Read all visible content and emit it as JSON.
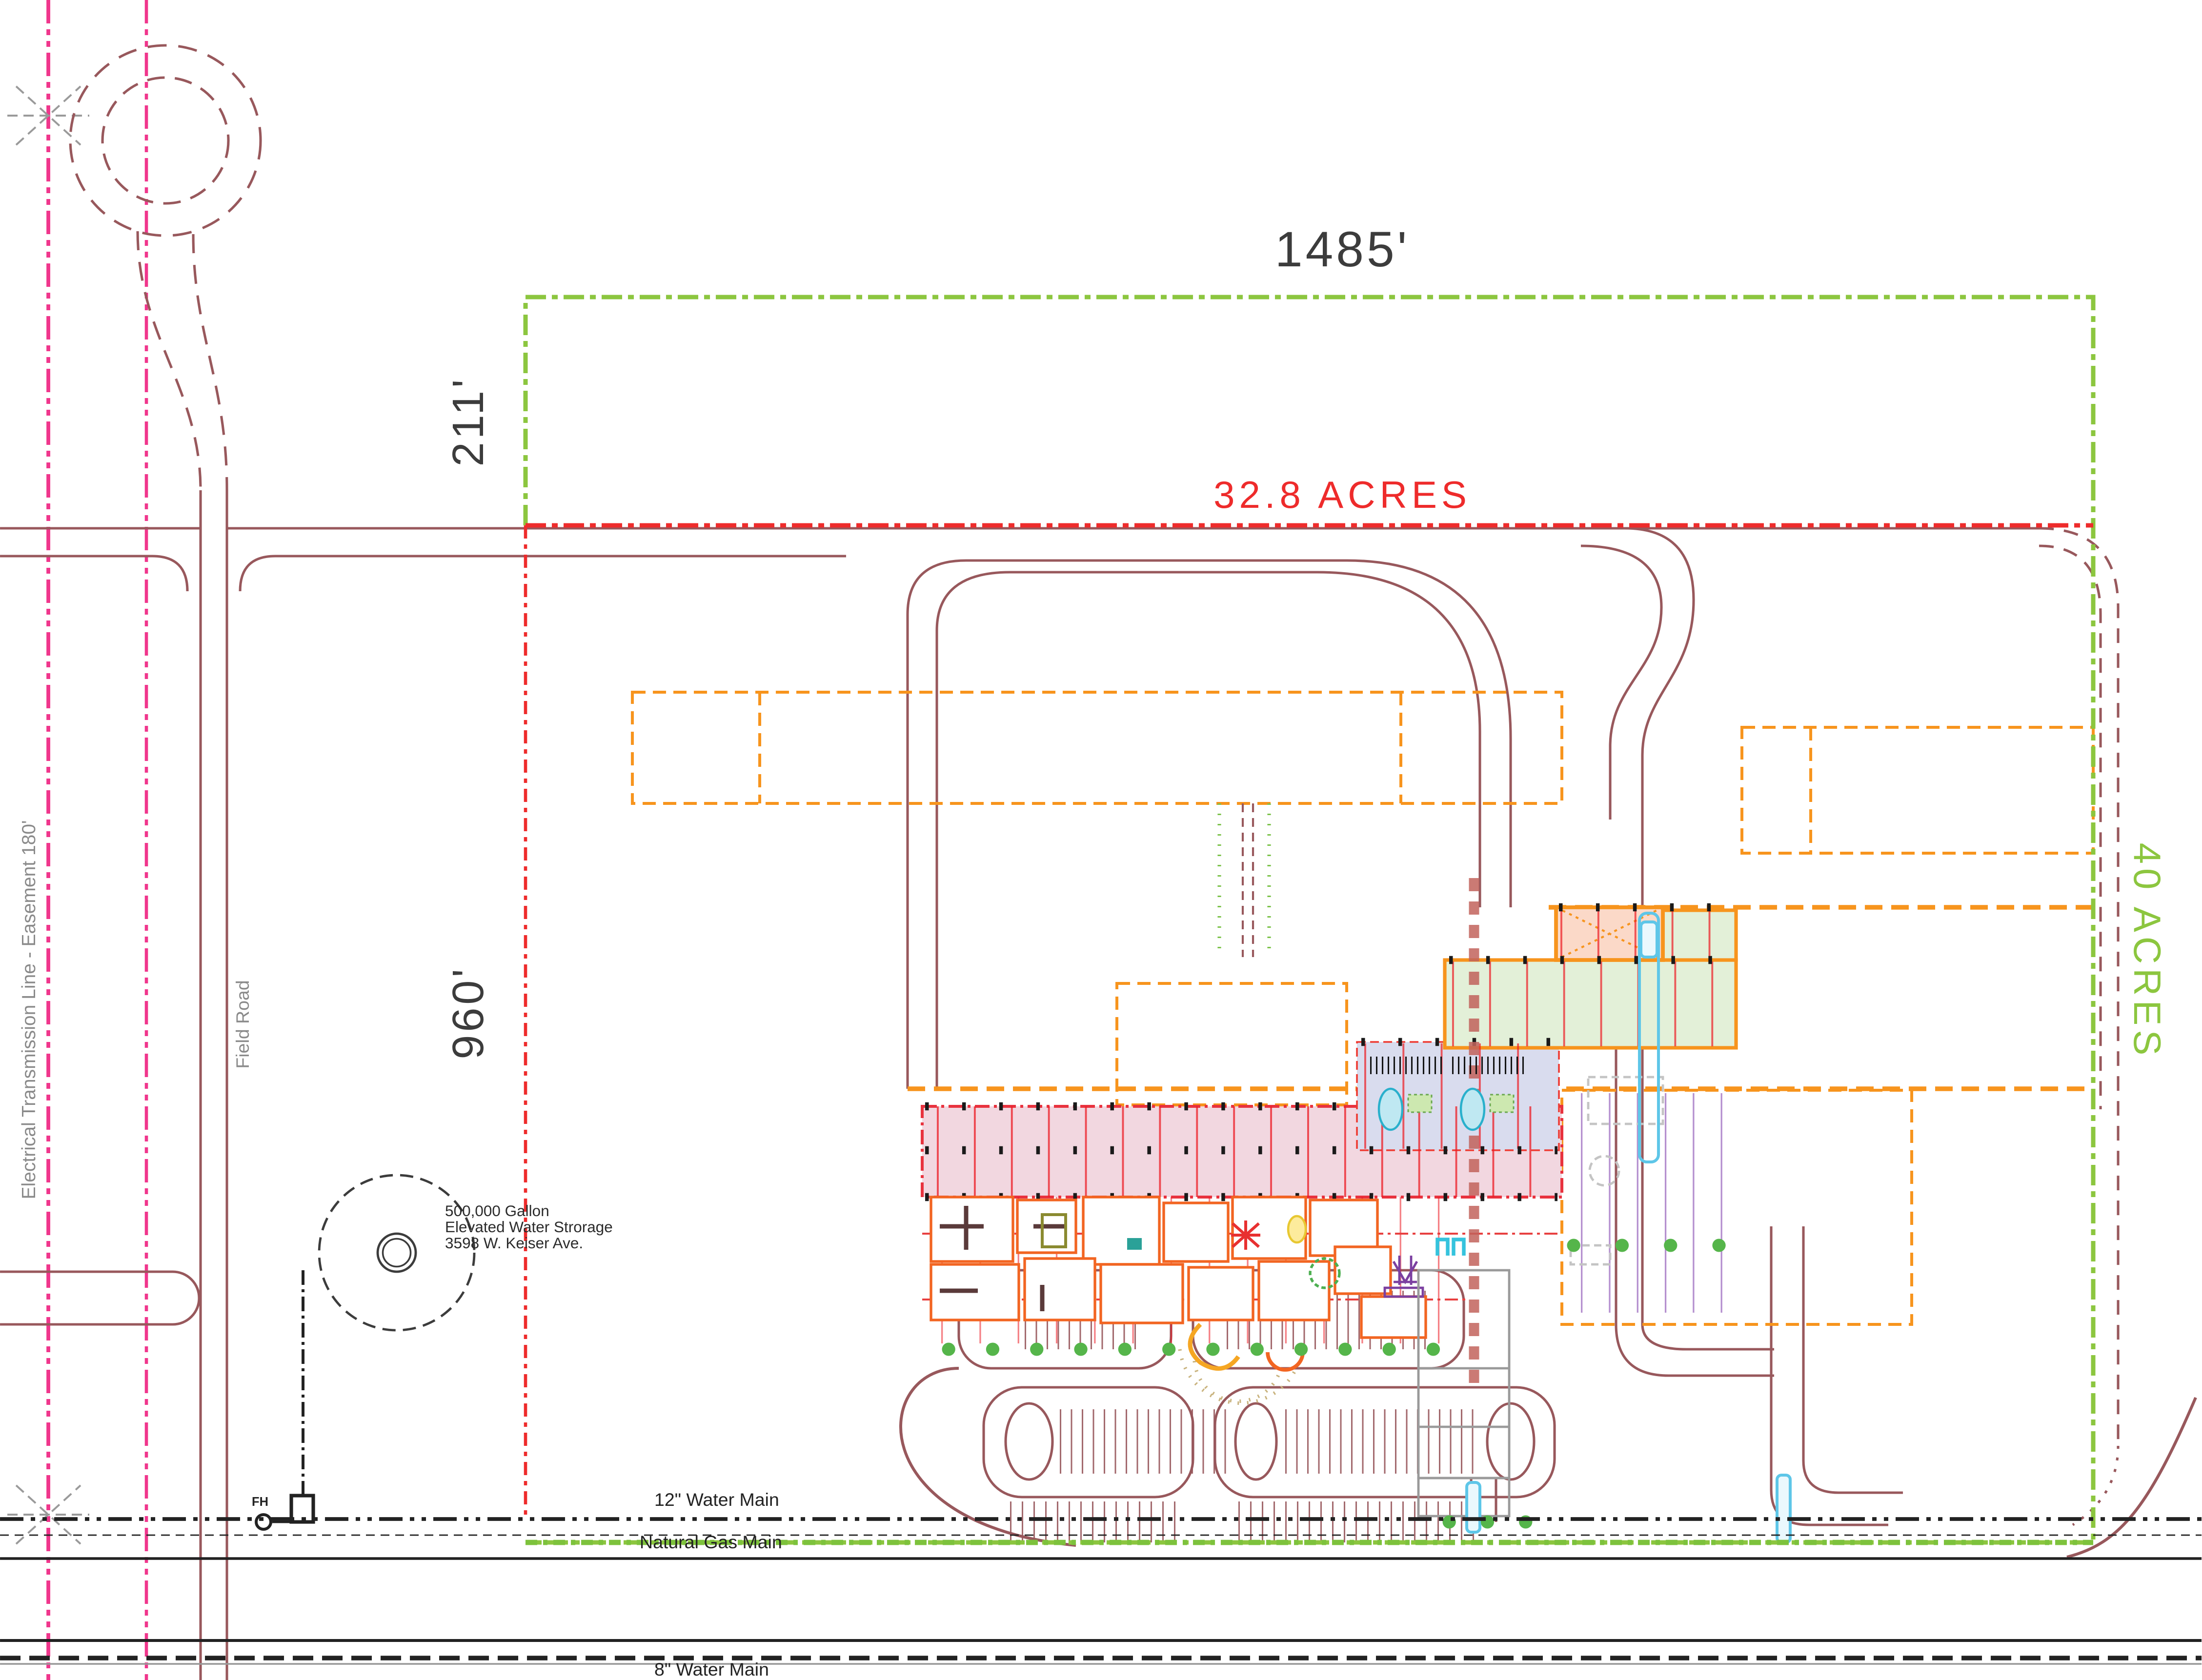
{
  "dimensions": {
    "top_width": "1485'",
    "left_offset": "211'",
    "west_depth": "960'"
  },
  "parcels": {
    "red_tract": {
      "label": "32.8 ACRES",
      "color": "#ee2b2b"
    },
    "green_tract": {
      "label": "40 ACRES",
      "color": "#8cc63f"
    }
  },
  "annotations": {
    "easement": "Electrical Transmission Line - Easement 180'",
    "field_road": "Field Road",
    "fire_hydrant": "FH",
    "water_tower": {
      "line1": "500,000 Gallon",
      "line2": "Elevated Water Strorage",
      "line3": "3598 W. Keiser Ave."
    }
  },
  "utilities": {
    "water_main_12": "12\" Water Main",
    "natural_gas": "Natural Gas Main",
    "water_main_8": "8\" Water Main"
  },
  "colors": {
    "road": "#98585c",
    "boundary_green": "#8cc63f",
    "parcel_red": "#ee2b2b",
    "transmission_pink": "#f0368c",
    "future_orange": "#f7941d",
    "grid_red": "#ed1c24",
    "expansion_purple": "#9d6cc0",
    "tree_green": "#55b54a",
    "bus_cyan": "#5ec6e8",
    "utility_black": "#222222"
  }
}
